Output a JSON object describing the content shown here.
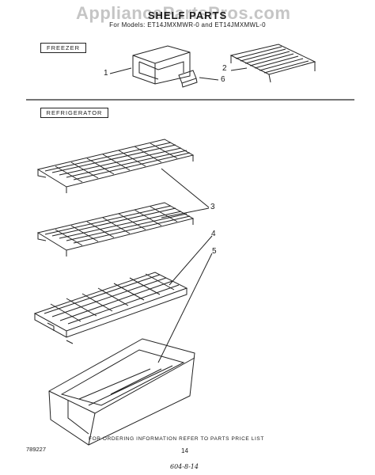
{
  "watermark": "AppliancePartsPros.com",
  "header": {
    "title": "SHELF PARTS",
    "subtitle": "For Models: ET14JMXMWR-0 and ET14JMXMWL-0"
  },
  "sections": {
    "freezer": "FREEZER",
    "refrigerator": "REFRIGERATOR"
  },
  "callouts": {
    "c1": "1",
    "c2": "2",
    "c3": "3",
    "c4": "4",
    "c5": "5",
    "c6": "6"
  },
  "footer": {
    "note": "FOR ORDERING INFORMATION REFER TO PARTS PRICE LIST",
    "doc_number": "789227",
    "page_number": "14",
    "handwritten": "604-8-14"
  }
}
